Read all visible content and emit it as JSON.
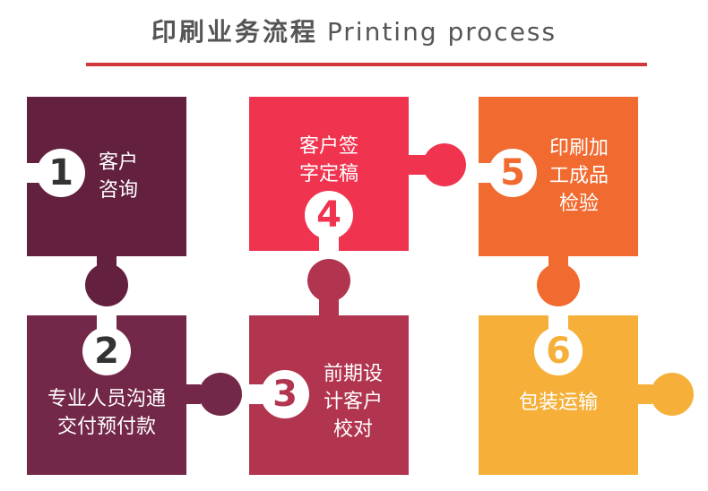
{
  "header": {
    "title_cn": "印刷业务流程",
    "title_en": "Printing process"
  },
  "colors": {
    "title": "#555555",
    "divider": "#d0383c",
    "step1": "#63203f",
    "step2": "#742849",
    "step3": "#b2354f",
    "step4": "#f0334f",
    "step5": "#f16a30",
    "step6": "#f6b03a"
  },
  "steps": [
    {
      "number": "1",
      "lines": [
        "客户",
        "咨询"
      ]
    },
    {
      "number": "2",
      "lines": [
        "专业人员沟通",
        "交付预付款"
      ]
    },
    {
      "number": "3",
      "lines": [
        "前期设",
        "计客户",
        "校对"
      ]
    },
    {
      "number": "4",
      "lines": [
        "客户签",
        "字定稿"
      ]
    },
    {
      "number": "5",
      "lines": [
        "印刷加",
        "工成品",
        "检验"
      ]
    },
    {
      "number": "6",
      "lines": [
        "包装运输"
      ]
    }
  ]
}
